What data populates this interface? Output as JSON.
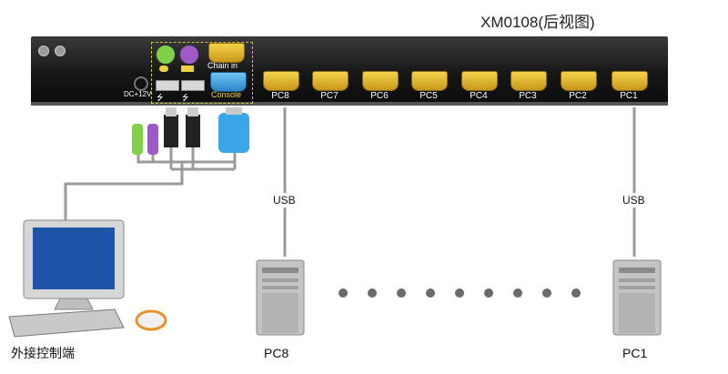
{
  "title": "XM0108(后视图)",
  "device": {
    "dc_label": "DC+12V",
    "chain_in_label": "Chain in",
    "console_label": "Console",
    "usb_symbol": "⭍",
    "ports": [
      "PC8",
      "PC7",
      "PC6",
      "PC5",
      "PC4",
      "PC3",
      "PC2",
      "PC1"
    ]
  },
  "connections": {
    "usb_left": "USB",
    "usb_right": "USB"
  },
  "computers": {
    "left": "PC8",
    "right": "PC1"
  },
  "console_station": "外接控制端",
  "colors": {
    "vga": "#e2b22c",
    "ps2_mouse": "#7fd14c",
    "ps2_keyboard": "#a05ac8",
    "console_port": "#3aa6e8",
    "cable": "#9a9a9a"
  }
}
